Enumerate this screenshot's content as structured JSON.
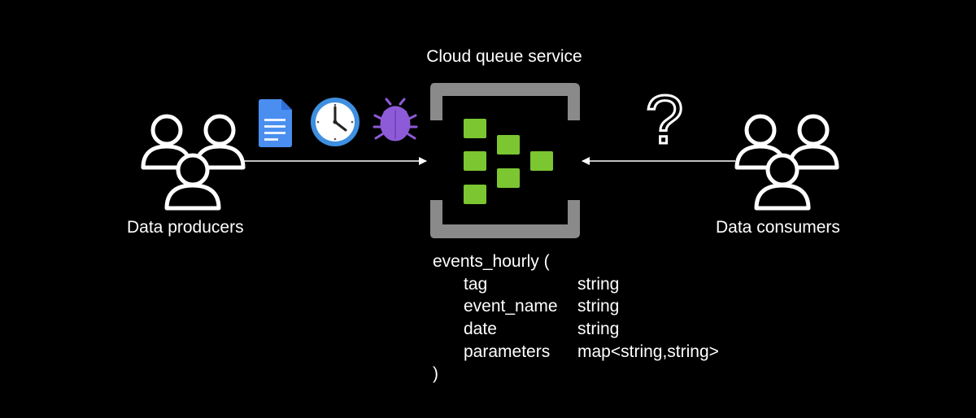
{
  "diagram": {
    "service_title": "Cloud queue service",
    "producers_label": "Data producers",
    "consumers_label": "Data consumers",
    "question_mark": "?",
    "colors": {
      "background": "#000000",
      "foreground": "#ffffff",
      "queue_frame": "#8a8a8a",
      "queue_message": "#7bc631",
      "document_icon": "#4a8ef0",
      "clock_icon": "#3e8fe0",
      "bug_icon": "#8e5bd8"
    },
    "icons": {
      "producers": "people-group-icon",
      "consumers": "people-group-icon",
      "message_types": [
        "document-icon",
        "clock-icon",
        "bug-icon"
      ],
      "service": "queue-icon",
      "unknown": "question-mark-icon"
    }
  },
  "schema": {
    "open": "events_hourly (",
    "close": ")",
    "fields": [
      {
        "name": "tag",
        "type": "string"
      },
      {
        "name": "event_name",
        "type": "string"
      },
      {
        "name": "date",
        "type": "string"
      },
      {
        "name": "parameters",
        "type": "map<string,string>"
      }
    ]
  }
}
